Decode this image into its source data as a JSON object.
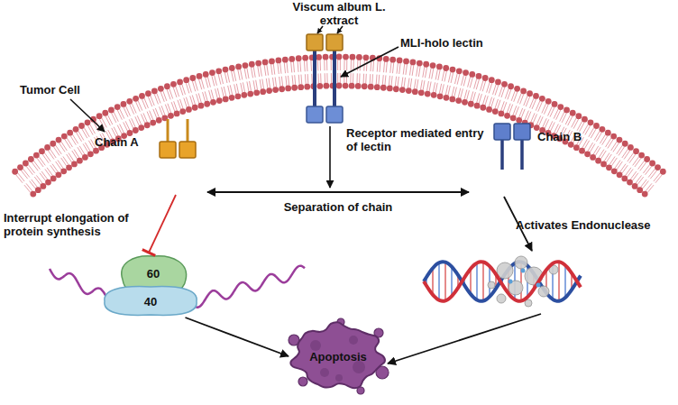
{
  "diagram": {
    "nodes": [
      {
        "text": [
          "MLI-holo lectin"
        ]
      },
      {
        "text": [
          "Chain A"
        ]
      },
      {
        "text": [
          "Chain B"
        ]
      },
      {
        "text": [
          "60"
        ]
      },
      {
        "text": [
          "40"
        ]
      },
      {
        "text": [
          "Activates Endonuclease"
        ]
      },
      {
        "text": [
          "Apoptosis"
        ]
      }
    ],
    "edges": [
      {
        "from": 1,
        "to": 2,
        "label": "Separation of chain",
        "arrow": "both"
      },
      {
        "from": 1,
        "to": 3,
        "arrow": "to"
      },
      {
        "from": 2,
        "to": 5,
        "arrow": "to"
      },
      {
        "from": 4,
        "to": 6,
        "arrow": "to"
      },
      {
        "from": 5,
        "to": 6,
        "arrow": "to"
      }
    ],
    "labels": [
      "Viscum album L. extract",
      "Tumor Cell",
      "Receptor mediated entry of lectin",
      "Interrupt elongation of protein synthesis"
    ]
  }
}
